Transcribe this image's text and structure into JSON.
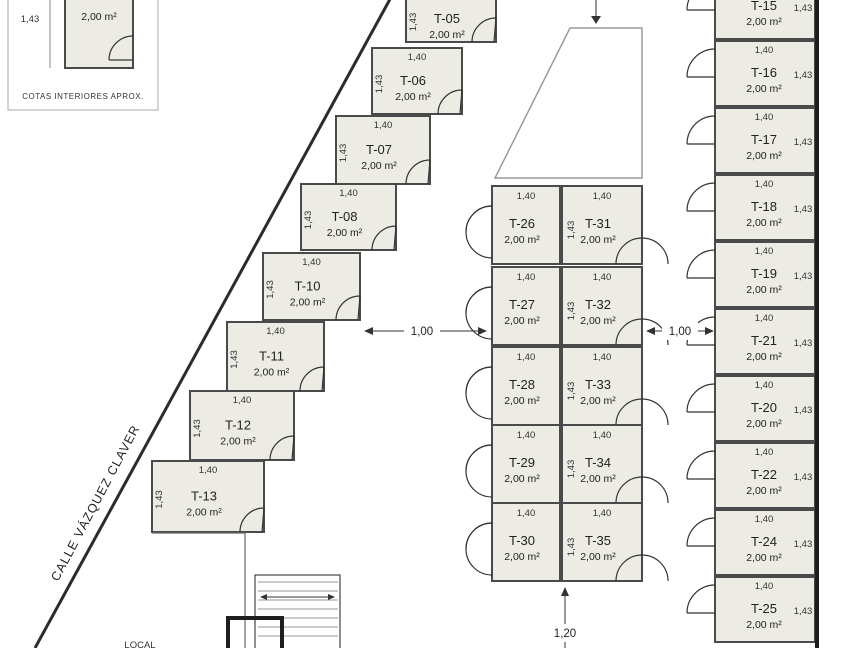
{
  "legend": {
    "height": "1,43",
    "area": "2,00 m²",
    "note": "COTAS INTERIORES APROX."
  },
  "street": "CALLE VÁZQUEZ CLAVER",
  "local_label": "LOCAL",
  "common": {
    "width": "1,40",
    "height": "1,43",
    "area": "2,00 m²"
  },
  "aisles": {
    "left": "1,00",
    "right": "1,00",
    "bottom": "1,20"
  },
  "units": {
    "diagonal": [
      "T-05",
      "T-06",
      "T-07",
      "T-08",
      "T-10",
      "T-11",
      "T-12",
      "T-13"
    ],
    "center_left": [
      "T-26",
      "T-27",
      "T-28",
      "T-29",
      "T-30"
    ],
    "center_right": [
      "T-31",
      "T-32",
      "T-33",
      "T-34",
      "T-35"
    ],
    "right": [
      "T-15",
      "T-16",
      "T-17",
      "T-18",
      "T-19",
      "T-21",
      "T-20",
      "T-22",
      "T-24",
      "T-25"
    ]
  }
}
